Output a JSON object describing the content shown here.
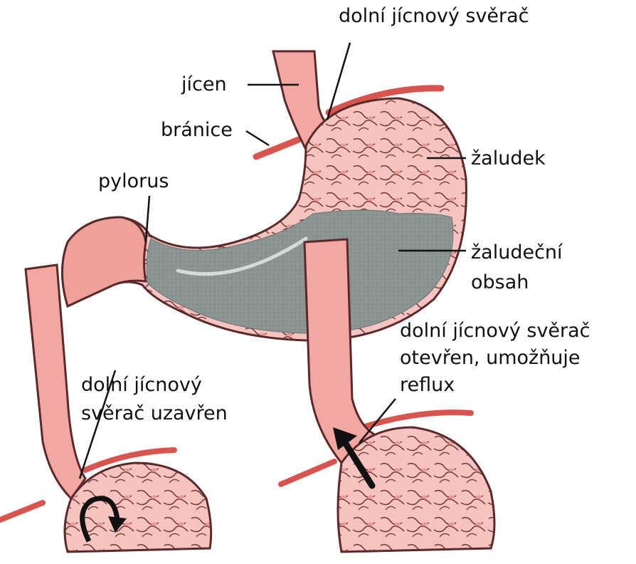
{
  "labels": {
    "lower_sphincter": "dolní jícnový svěrač",
    "esophagus": "jícen",
    "diaphragm": "bránice",
    "pylorus": "pylorus",
    "stomach": "žaludek",
    "contents_line1": "žaludeční",
    "contents_line2": "obsah",
    "closed_line1": "dolní jícnový",
    "closed_line2": "svěrač uzavřen",
    "open_line1": "dolní jícnový svěrač",
    "open_line2": "otevřen, umožňuje",
    "open_line3": "reflux"
  },
  "colors": {
    "tissue_fill": "#f6c4c0",
    "tissue_dark": "#e88a85",
    "outline": "#5a2a2a",
    "wall_red": "#d9534f",
    "contents_gray": "#8a9593",
    "arrow": "#111111"
  }
}
